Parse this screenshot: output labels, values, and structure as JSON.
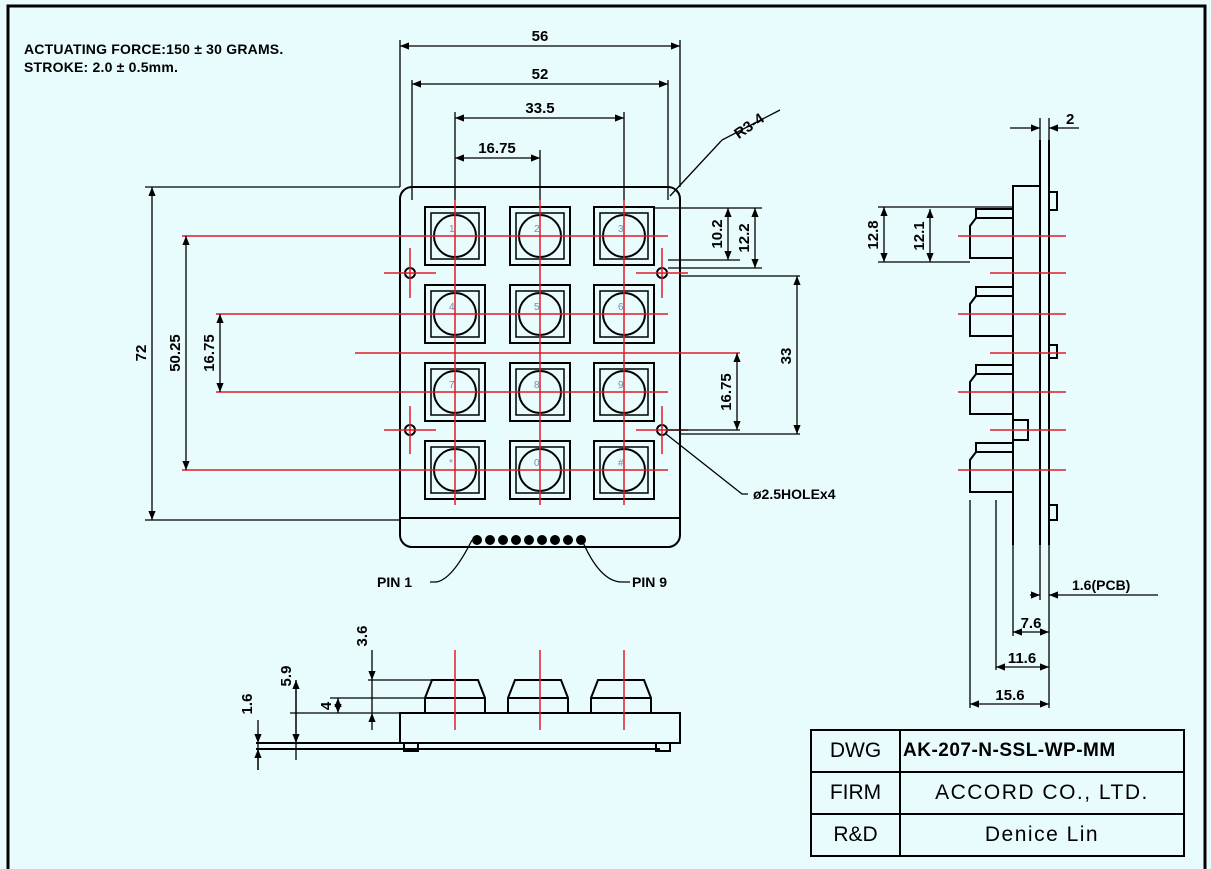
{
  "notes": {
    "force": "ACTUATING FORCE:150 ± 30 GRAMS.",
    "stroke": "STROKE: 2.0 ± 0.5mm."
  },
  "keys": [
    "1",
    "2",
    "3",
    "4",
    "5",
    "6",
    "7",
    "8",
    "9",
    "*",
    "0",
    "#"
  ],
  "dims": {
    "d56": "56",
    "d52": "52",
    "d33_5": "33.5",
    "d16_75_top": "16.75",
    "r3_4": "R3-4",
    "d10_2": "10.2",
    "d12_2": "12.2",
    "d72": "72",
    "d50_25": "50.25",
    "d16_75_left": "16.75",
    "d33": "33",
    "d16_75_right": "16.75",
    "hole": "ø2.5HOLEx4",
    "pin1": "PIN 1",
    "pin9": "PIN 9",
    "side_2": "2",
    "side_12_8": "12.8",
    "side_12_1": "12.1",
    "pcb": "1.6(PCB)",
    "d7_6": "7.6",
    "d11_6": "11.6",
    "d15_6": "15.6",
    "b3_6": "3.6",
    "b5_9": "5.9",
    "b4": "4",
    "b1_6": "1.6"
  },
  "title_block": {
    "dwg_label": "DWG",
    "dwg_value": "AK-207-N-SSL-WP-MM",
    "firm_label": "FIRM",
    "firm_value": "ACCORD CO., LTD.",
    "rd_label": "R&D",
    "rd_value": "Denice Lin"
  },
  "colors": {
    "background": "#e8fbfd",
    "lines": "#000000",
    "centerlines": "#e21b2a"
  }
}
